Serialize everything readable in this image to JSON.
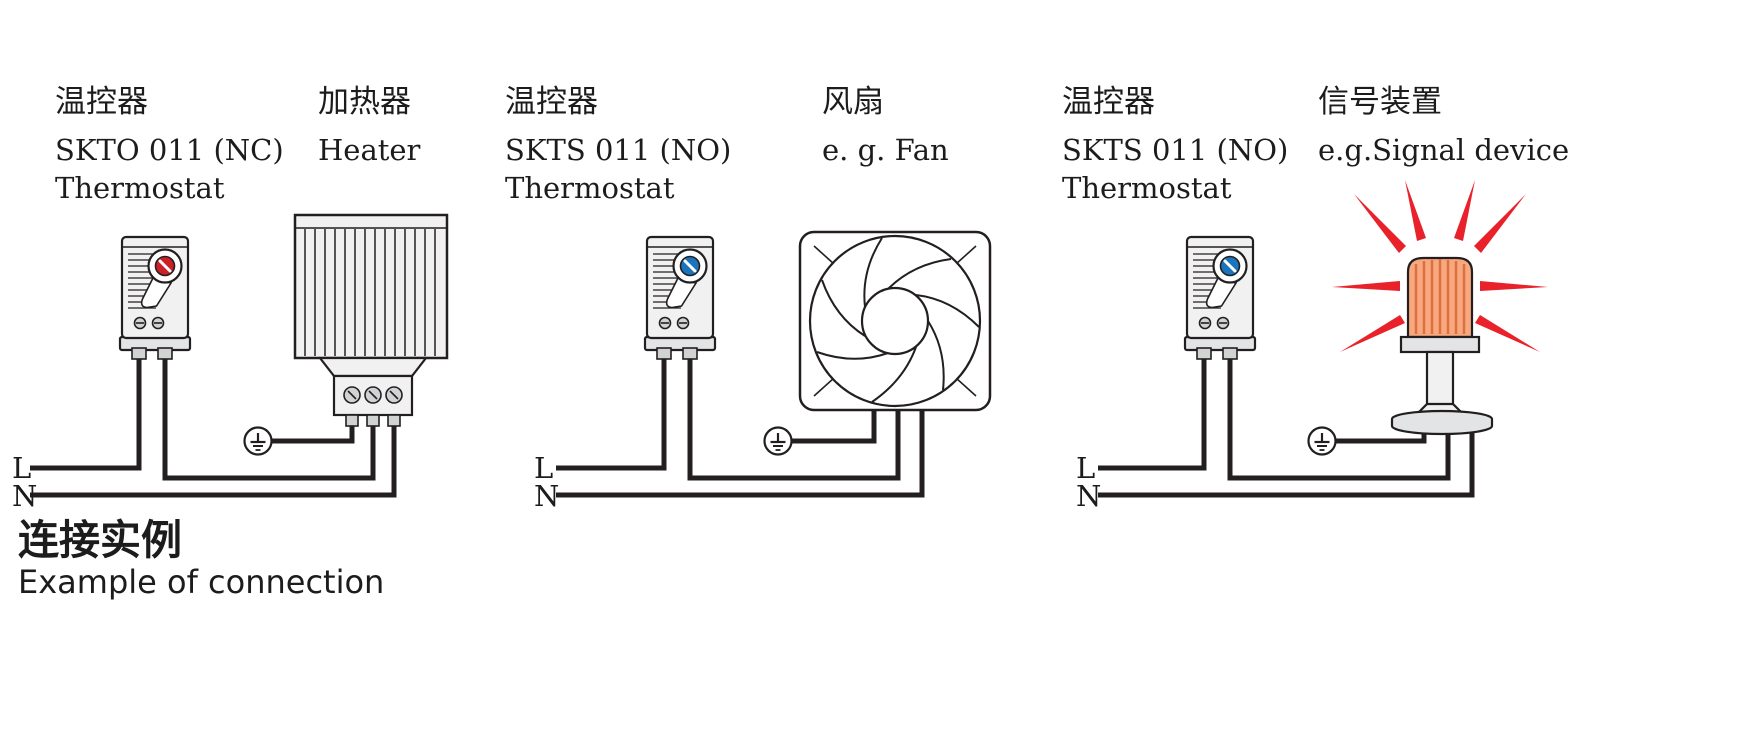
{
  "title": {
    "zh": "连接实例",
    "en": "Example of connection"
  },
  "sections": [
    {
      "thermostat": {
        "name_zh": "温控器",
        "model": "SKTO 011 (NC)",
        "name_en": "Thermostat",
        "dial_color": "#cb2026"
      },
      "load": {
        "name_zh": "加热器",
        "name_en": "Heater"
      },
      "wires": {
        "line": "L",
        "neutral": "N"
      }
    },
    {
      "thermostat": {
        "name_zh": "温控器",
        "model": "SKTS 011 (NO)",
        "name_en": "Thermostat",
        "dial_color": "#1c75bc"
      },
      "load": {
        "name_zh": "风扇",
        "name_en": "e. g. Fan"
      },
      "wires": {
        "line": "L",
        "neutral": "N"
      }
    },
    {
      "thermostat": {
        "name_zh": "温控器",
        "model": "SKTS 011 (NO)",
        "name_en": "Thermostat",
        "dial_color": "#1c75bc"
      },
      "load": {
        "name_zh": "信号装置",
        "name_en": "e.g.Signal device"
      },
      "wires": {
        "line": "L",
        "neutral": "N"
      }
    }
  ],
  "colors": {
    "wire": "#231f20",
    "outline": "#231f20",
    "ray": "#e8212b",
    "lens": "#f8a87e",
    "dial_nc": "#cb2026",
    "dial_no": "#1c75bc"
  }
}
